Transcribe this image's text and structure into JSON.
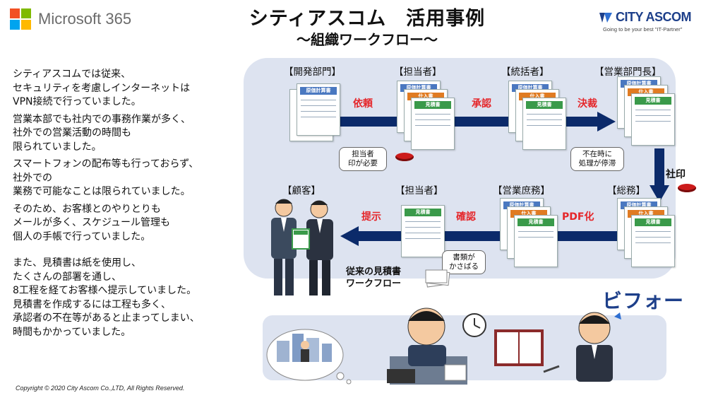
{
  "header": {
    "ms_logo_text": "Microsoft 365",
    "title": "シティアスコム　活用事例",
    "subtitle": "～組織ワークフロー～",
    "ca_logo_text": "CITY ASCOM",
    "ca_tagline": "Going to be your best \"IT-Partner\""
  },
  "left_text": {
    "p1": "シティアスコムでは従来、",
    "p2": "セキュリティを考慮しインターネットは",
    "p3": "VPN接続で行っていました。",
    "p4": "営業本部でも社内での事務作業が多く、",
    "p5": "社外での営業活動の時間も",
    "p6": "限られていました。",
    "p7": "スマートフォンの配布等も行っておらず、",
    "p8": "社外での",
    "p9": "業務で可能なことは限られていました。",
    "p10": "そのため、お客様とのやりとりも",
    "p11": "メールが多く、スケジュール管理も",
    "p12": "個人の手帳で行っていました。",
    "p13": "また、見積書は紙を使用し、",
    "p14": "たくさんの部署を通し、",
    "p15": "8工程を経てお客様へ提示していました。",
    "p16": "見積書を作成するには工程も多く、",
    "p17": "承認者の不在等があると止まってしまい、",
    "p18": "時間もかかっていました。"
  },
  "copyright": "Copyright © 2020 City Ascom Co.,LTD, All Rights Reserved.",
  "workflow": {
    "roles_top": [
      "【開発部門】",
      "【担当者】",
      "【統括者】",
      "【営業部門長】"
    ],
    "roles_bottom": [
      "【顧客】",
      "【担当者】",
      "【営業庶務】",
      "【総務】"
    ],
    "actions_top": [
      "依頼",
      "承認",
      "決裁"
    ],
    "actions_bottom": [
      "提示",
      "確認",
      "PDF化"
    ],
    "side_action": "社印",
    "bubble_stamp": "担当者\n印が必要",
    "bubble_absent": "不在時に\n処理が停滞",
    "bubble_bulky": "書類が\nかさばる",
    "flow_label_1": "従来の見積書",
    "flow_label_2": "ワークフロー",
    "doc_labels": {
      "blue": "原価計算書",
      "orange": "仕入書",
      "green": "見積書"
    }
  },
  "before_label": "ビフォー",
  "colors": {
    "ms_red": "#f25022",
    "ms_green": "#7fba00",
    "ms_blue": "#00a4ef",
    "ms_yellow": "#ffb900",
    "brand_navy": "#1d3f8a",
    "action_red": "#e5262a",
    "panel_bg": "#dde3f0",
    "arrow": "#0b2a6a"
  }
}
